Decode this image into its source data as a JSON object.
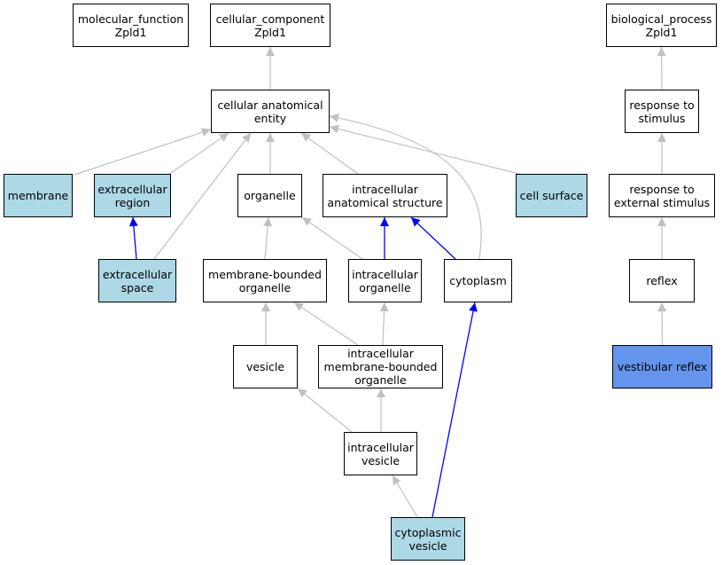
{
  "colors": {
    "default_fill": "#ffffff",
    "annotated_fill": "#add8e6",
    "query_fill": "#6495ed",
    "edge_gray": "#c0c0c0",
    "edge_blue": "#0000ff"
  },
  "nodes": {
    "molecular_function": {
      "lines": [
        "molecular_function",
        "Zpld1"
      ],
      "fill": "#ffffff"
    },
    "cellular_component": {
      "lines": [
        "cellular_component",
        "Zpld1"
      ],
      "fill": "#ffffff"
    },
    "biological_process": {
      "lines": [
        "biological_process",
        "Zpld1"
      ],
      "fill": "#ffffff"
    },
    "cellular_anatomical_entity": {
      "lines": [
        "cellular anatomical",
        "entity"
      ],
      "fill": "#ffffff"
    },
    "response_to_stimulus": {
      "lines": [
        "response to",
        "stimulus"
      ],
      "fill": "#ffffff"
    },
    "membrane": {
      "lines": [
        "membrane"
      ],
      "fill": "#add8e6"
    },
    "extracellular_region": {
      "lines": [
        "extracellular",
        "region"
      ],
      "fill": "#add8e6"
    },
    "organelle": {
      "lines": [
        "organelle"
      ],
      "fill": "#ffffff"
    },
    "intracellular_anatomical_structure": {
      "lines": [
        "intracellular",
        "anatomical structure"
      ],
      "fill": "#ffffff"
    },
    "cell_surface": {
      "lines": [
        "cell surface"
      ],
      "fill": "#add8e6"
    },
    "response_to_external_stimulus": {
      "lines": [
        "response to",
        "external stimulus"
      ],
      "fill": "#ffffff"
    },
    "extracellular_space": {
      "lines": [
        "extracellular",
        "space"
      ],
      "fill": "#add8e6"
    },
    "membrane_bounded_organelle": {
      "lines": [
        "membrane-bounded",
        "organelle"
      ],
      "fill": "#ffffff"
    },
    "intracellular_organelle": {
      "lines": [
        "intracellular",
        "organelle"
      ],
      "fill": "#ffffff"
    },
    "cytoplasm": {
      "lines": [
        "cytoplasm"
      ],
      "fill": "#ffffff"
    },
    "reflex": {
      "lines": [
        "reflex"
      ],
      "fill": "#ffffff"
    },
    "vesicle": {
      "lines": [
        "vesicle"
      ],
      "fill": "#ffffff"
    },
    "intracellular_membrane_bounded_organelle": {
      "lines": [
        "intracellular",
        "membrane-bounded",
        "organelle"
      ],
      "fill": "#ffffff"
    },
    "vestibular_reflex": {
      "lines": [
        "vestibular reflex"
      ],
      "fill": "#6495ed"
    },
    "intracellular_vesicle": {
      "lines": [
        "intracellular",
        "vesicle"
      ],
      "fill": "#ffffff"
    },
    "cytoplasmic_vesicle": {
      "lines": [
        "cytoplasmic",
        "vesicle"
      ],
      "fill": "#add8e6"
    }
  },
  "edges": [
    {
      "from": "cellular_anatomical_entity",
      "to": "cellular_component",
      "type": "gray"
    },
    {
      "from": "response_to_stimulus",
      "to": "biological_process",
      "type": "gray"
    },
    {
      "from": "membrane",
      "to": "cellular_anatomical_entity",
      "type": "gray"
    },
    {
      "from": "extracellular_region",
      "to": "cellular_anatomical_entity",
      "type": "gray"
    },
    {
      "from": "extracellular_space",
      "to": "cellular_anatomical_entity",
      "type": "gray"
    },
    {
      "from": "organelle",
      "to": "cellular_anatomical_entity",
      "type": "gray"
    },
    {
      "from": "intracellular_anatomical_structure",
      "to": "cellular_anatomical_entity",
      "type": "gray"
    },
    {
      "from": "cytoplasm",
      "to": "cellular_anatomical_entity",
      "type": "gray"
    },
    {
      "from": "cell_surface",
      "to": "cellular_anatomical_entity",
      "type": "gray"
    },
    {
      "from": "response_to_external_stimulus",
      "to": "response_to_stimulus",
      "type": "gray"
    },
    {
      "from": "extracellular_space",
      "to": "extracellular_region",
      "type": "blue"
    },
    {
      "from": "membrane_bounded_organelle",
      "to": "organelle",
      "type": "gray"
    },
    {
      "from": "intracellular_organelle",
      "to": "organelle",
      "type": "gray"
    },
    {
      "from": "intracellular_organelle",
      "to": "intracellular_anatomical_structure",
      "type": "blue"
    },
    {
      "from": "cytoplasm",
      "to": "intracellular_anatomical_structure",
      "type": "blue"
    },
    {
      "from": "reflex",
      "to": "response_to_external_stimulus",
      "type": "gray"
    },
    {
      "from": "vesicle",
      "to": "membrane_bounded_organelle",
      "type": "gray"
    },
    {
      "from": "intracellular_membrane_bounded_organelle",
      "to": "membrane_bounded_organelle",
      "type": "gray"
    },
    {
      "from": "intracellular_membrane_bounded_organelle",
      "to": "intracellular_organelle",
      "type": "gray"
    },
    {
      "from": "vestibular_reflex",
      "to": "reflex",
      "type": "gray"
    },
    {
      "from": "intracellular_vesicle",
      "to": "vesicle",
      "type": "gray"
    },
    {
      "from": "intracellular_vesicle",
      "to": "intracellular_membrane_bounded_organelle",
      "type": "gray"
    },
    {
      "from": "cytoplasmic_vesicle",
      "to": "intracellular_vesicle",
      "type": "gray"
    },
    {
      "from": "cytoplasmic_vesicle",
      "to": "cytoplasm",
      "type": "blue"
    }
  ]
}
